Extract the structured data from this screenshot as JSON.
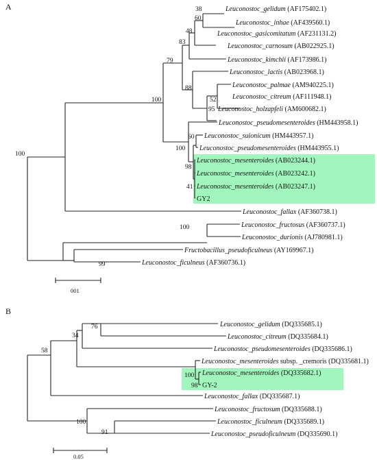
{
  "panel_a": {
    "label": "A",
    "highlight_color": "#8ff5b0",
    "taxa": [
      {
        "genus": "Leuconostoc",
        "species": "gelidum",
        "accession": "(AF175402.1)"
      },
      {
        "genus": "Leuconostoc",
        "species": "inhae",
        "accession": "(AF439560.1)"
      },
      {
        "genus": "Leuconostoc",
        "species": "gasicomitatum",
        "accession": "(AF231131.2)"
      },
      {
        "genus": "Leuconostoc",
        "species": "carnosum",
        "accession": "(AB022925.1)"
      },
      {
        "genus": "Leuconostoc",
        "species": "kimchii",
        "accession": "(AF173986.1)"
      },
      {
        "genus": "Leuconostoc",
        "species": "lactis",
        "accession": "(AB023968.1)"
      },
      {
        "genus": "Leuconostoc",
        "species": "palmae",
        "accession": "(AM940225.1)"
      },
      {
        "genus": "Leuconostoc",
        "species": "citreum",
        "accession": "(AF111948.1)"
      },
      {
        "genus": "Leuconostoc",
        "species": "holzapfeli",
        "accession": "(AM600682.1)"
      },
      {
        "genus": "Leuconostoc",
        "species": "pseudomesenteroides",
        "accession": "(HM443958.1)"
      },
      {
        "genus": "Leuconostoc",
        "species": "suionicum",
        "accession": "(HM443957.1)"
      },
      {
        "genus": "Leuconostoc",
        "species": "pseudomesenteroides",
        "accession": "(HM443955.1)"
      },
      {
        "genus": "Leuconostoc",
        "species": "mesenteroides",
        "accession": "(AB023244.1)"
      },
      {
        "genus": "Leuconostoc",
        "species": "mesenteroides",
        "accession": "(AB023242.1)"
      },
      {
        "genus": "Leuconostoc",
        "species": "mesenteroides",
        "accession": "(AB023247.1)"
      },
      {
        "genus": "",
        "species": "",
        "accession": "GY2"
      },
      {
        "genus": "Leuconostoc",
        "species": "fallax",
        "accession": "(AF360738.1)"
      },
      {
        "genus": "Leuconostoc",
        "species": "fructosus",
        "accession": "(AF360737.1)"
      },
      {
        "genus": "Leuconostoc",
        "species": "durionis",
        "accession": "(AJ780981.1)"
      },
      {
        "genus": "Fructobacillus",
        "species": "pseudoficulneus",
        "accession": "(AY169967.1)"
      },
      {
        "genus": "Leuconostoc",
        "species": "ficulneus",
        "accession": "(AF360736.1)"
      }
    ],
    "support": [
      "38",
      "60",
      "48",
      "83",
      "79",
      "88",
      "52",
      "95",
      "100",
      "60",
      "100",
      "98",
      "41",
      "100",
      "100",
      "99"
    ],
    "scale_label": "001"
  },
  "panel_b": {
    "label": "B",
    "highlight_color": "#8ff5b0",
    "taxa": [
      {
        "genus": "Leuconostoc",
        "species": "gelidum",
        "extra": "",
        "accession": "(DQ335685.1)"
      },
      {
        "genus": "Leuconostoc",
        "species": "citreum",
        "extra": "",
        "accession": "(DQ335684.1)"
      },
      {
        "genus": "Leuconostoc",
        "species": "pseudomesenteroides",
        "extra": "",
        "accession": "(DQ335686.1)"
      },
      {
        "genus": "Leuconostoc",
        "species": "mesenteroides",
        "extra": " subsp. _cremoris",
        "accession": "(DQ335681.1)"
      },
      {
        "genus": "Leuconostoc",
        "species": "mesenteroides",
        "extra": "",
        "accession": "(DQ335682.1)"
      },
      {
        "genus": "",
        "species": "",
        "extra": "",
        "accession": "GY-2"
      },
      {
        "genus": "Leuconostoc",
        "species": "fallax",
        "extra": "",
        "accession": "(DQ335687.1)"
      },
      {
        "genus": "Leuconostoc",
        "species": "fructosum",
        "extra": "",
        "accession": "(DQ335688.1)"
      },
      {
        "genus": "Leuconostoc",
        "species": "ficulneum",
        "extra": "",
        "accession": "(DQ335689.1)"
      },
      {
        "genus": "Leuconostoc",
        "species": "pseudoficulneum",
        "extra": "",
        "accession": "(DQ335690.1)"
      }
    ],
    "support": [
      "76",
      "34",
      "58",
      "100",
      "98",
      "100",
      "91"
    ],
    "scale_label": "0.05"
  }
}
